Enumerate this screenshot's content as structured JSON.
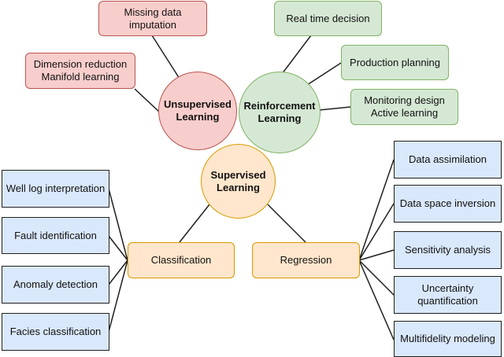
{
  "colors": {
    "unsupervised_fill": "#f8cecc",
    "unsupervised_stroke": "#b85450",
    "reinforcement_fill": "#d5e8d4",
    "reinforcement_stroke": "#82b366",
    "supervised_fill": "#ffe6cc",
    "supervised_stroke": "#d79b00",
    "leaf_blue_fill": "#dae8fc",
    "line": "#1f1f1f"
  },
  "hubs": {
    "unsupervised": "Unsupervised\nLearning",
    "reinforcement": "Reinforcement\nLearning",
    "supervised": "Supervised\nLearning"
  },
  "unsupervised_items": [
    "Missing data\nimputation",
    "Dimension reduction\nManifold learning"
  ],
  "reinforcement_items": [
    "Real time decision",
    "Production planning",
    "Monitoring design\nActive learning"
  ],
  "supervised_branches": {
    "classification": "Classification",
    "regression": "Regression"
  },
  "classification_items": [
    "Well log interpretation",
    "Fault identification",
    "Anomaly detection",
    "Facies classification"
  ],
  "regression_items": [
    "Data assimilation",
    "Data space inversion",
    "Sensitivity analysis",
    "Uncertainty\nquantification",
    "Multifidelity modeling"
  ]
}
